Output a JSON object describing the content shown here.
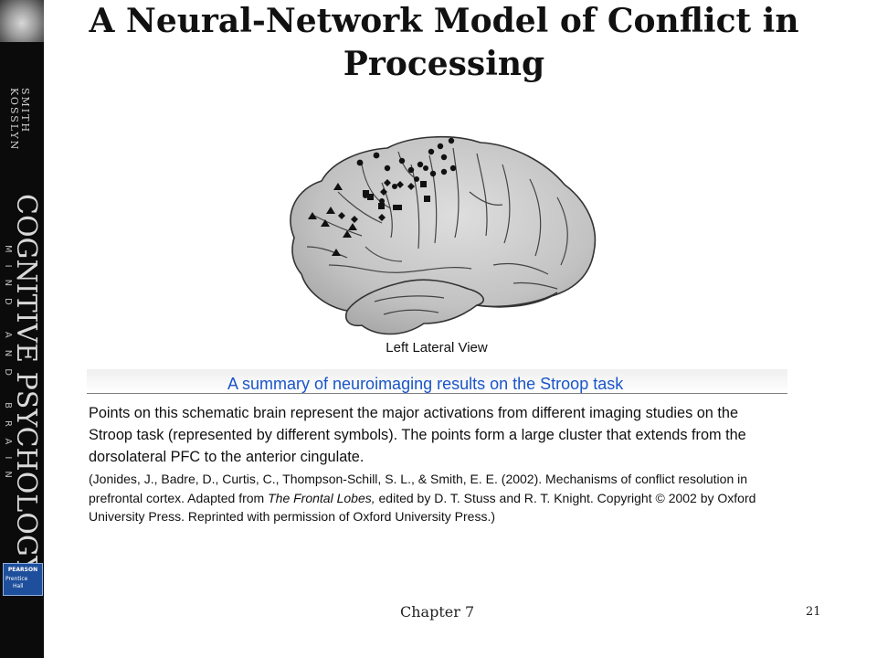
{
  "slide": {
    "title": "A Neural-Network Model of Conflict in Processing"
  },
  "spine": {
    "authors_line1": "SMITH",
    "authors_line2": "KOSSLYN",
    "book_title": "COGNITIVE PSYCHOLOGY",
    "book_subtitle": "MIND AND BRAIN",
    "publisher_line1": "PEARSON",
    "publisher_line2": "Prentice",
    "publisher_line3": "Hall"
  },
  "figure": {
    "view_label": "Left Lateral View",
    "caption_heading": "A summary of neuroimaging results on the Stroop task",
    "caption_body": "Points on this schematic brain represent the major activations from different imaging studies on the Stroop task (represented by different symbols). The points form a large cluster that extends from the dorsolateral PFC to the anterior cingulate.",
    "citation_pre": "(Jonides, J., Badre, D., Curtis, C., Thompson-Schill, S. L., & Smith, E. E. (2002). Mechanisms of conflict resolution in prefrontal cortex. Adapted from ",
    "citation_italic": "The Frontal Lobes,",
    "citation_post": " edited by D. T. Stuss and R. T. Knight. Copyright © 2002 by Oxford University Press. Reprinted with permission of Oxford University Press.)"
  },
  "footer": {
    "chapter": "Chapter 7",
    "page_number": "21"
  },
  "colors": {
    "caption_heading": "#1a55c9",
    "spine_background": "#0b0b0b",
    "brain_fill": "#c4c4c4"
  }
}
